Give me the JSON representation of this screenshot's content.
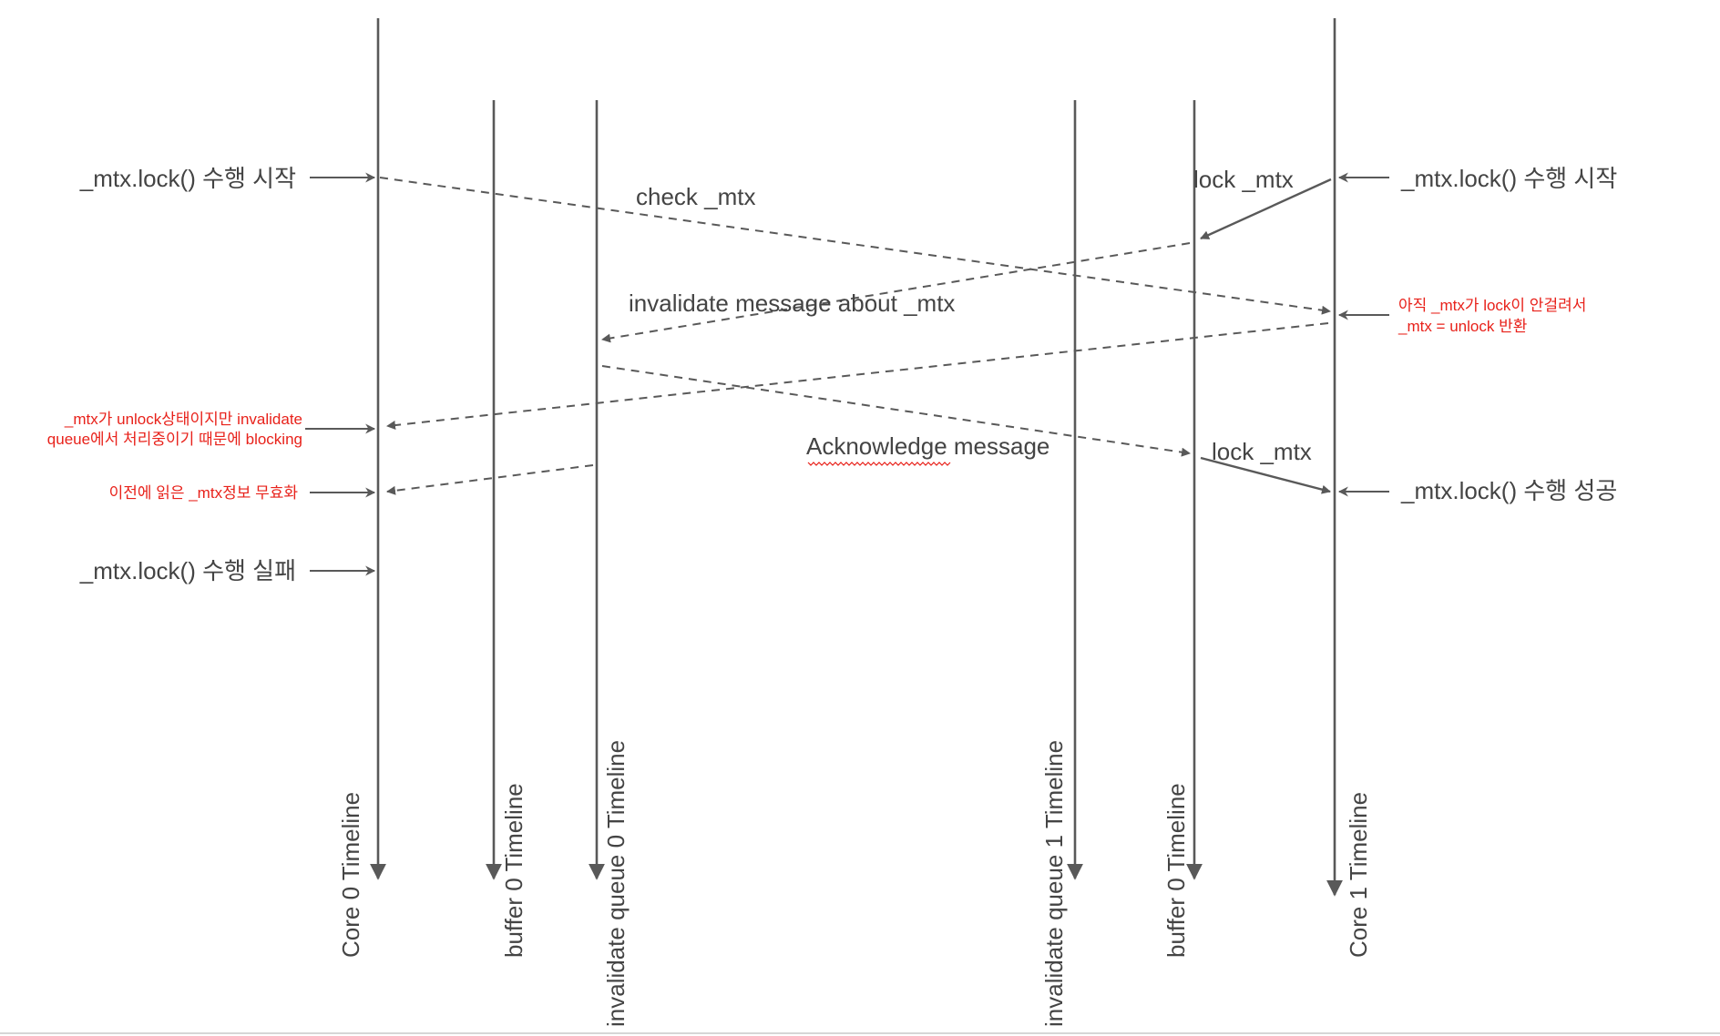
{
  "timelines": [
    {
      "id": "core0",
      "label": "Core 0 Timeline"
    },
    {
      "id": "buffer0",
      "label": "buffer 0 Timeline"
    },
    {
      "id": "iq0",
      "label": "invalidate queue 0 Timeline"
    },
    {
      "id": "iq1",
      "label": "invalidate queue 1 Timeline"
    },
    {
      "id": "buffer1",
      "label": "buffer 0 Timeline"
    },
    {
      "id": "core1",
      "label": "Core 1 Timeline"
    }
  ],
  "messages": [
    {
      "id": "check",
      "label": "check _mtx",
      "style": "dashed"
    },
    {
      "id": "lock1",
      "label": "lock _mtx",
      "style": "solid"
    },
    {
      "id": "invalidate",
      "label": "invalidate message about _mtx",
      "style": "dashed"
    },
    {
      "id": "unlockret",
      "label": "",
      "style": "dashed"
    },
    {
      "id": "ack",
      "label": "Acknowledge message",
      "style": "dashed"
    },
    {
      "id": "invread",
      "label": "",
      "style": "dashed"
    },
    {
      "id": "lock2",
      "label": "lock _mtx",
      "style": "solid"
    }
  ],
  "events": {
    "core0_start": "_mtx.lock() 수행 시작",
    "core0_fail": "_mtx.lock() 수행 실패",
    "core1_start": "_mtx.lock() 수행 시작",
    "core1_success": "_mtx.lock() 수행 성공"
  },
  "notes": {
    "core1_unlock": [
      "아직 _mtx가 lock이 안걸려서",
      "_mtx = unlock 반환"
    ],
    "core0_blocking": [
      "_mtx가   unlock상태이지만   invalidate",
      "queue에서 처리중이기 때문에 blocking"
    ],
    "core0_invalid": [
      "이전에 읽은 _mtx정보 무효화"
    ]
  },
  "colors": {
    "line": "#595959",
    "text": "#444444",
    "note": "#e8211a"
  }
}
